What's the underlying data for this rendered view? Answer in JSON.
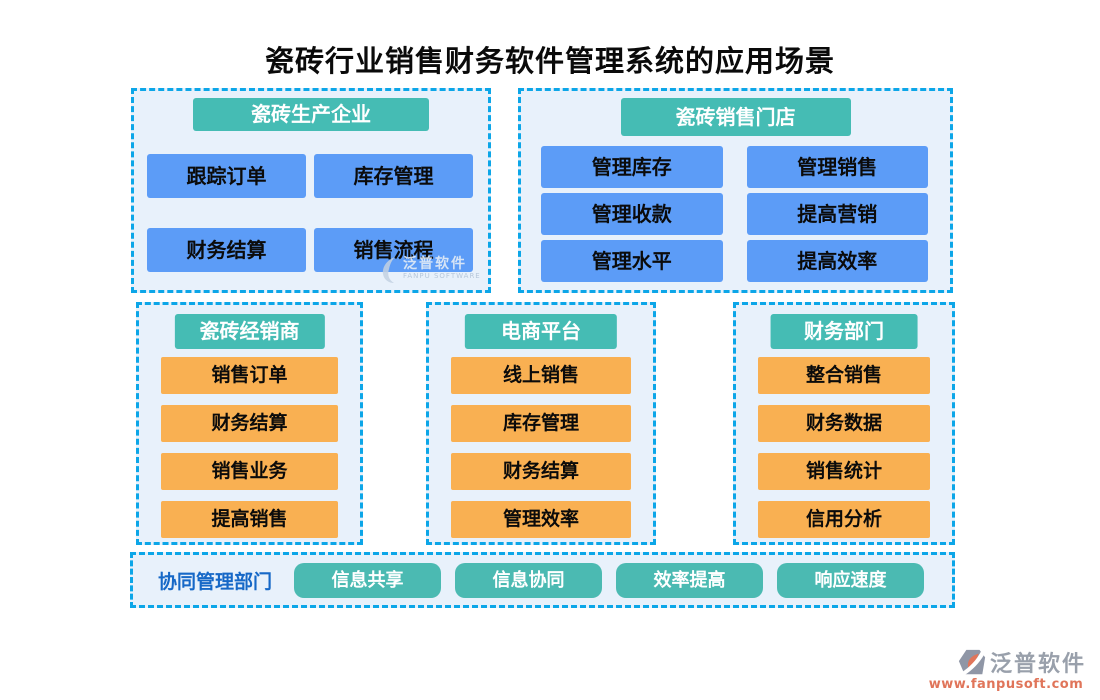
{
  "title": "瓷砖行业销售财务软件管理系统的应用场景",
  "panels": {
    "producer": {
      "header": "瓷砖生产企业",
      "items": [
        "跟踪订单",
        "库存管理",
        "财务结算",
        "销售流程"
      ]
    },
    "store": {
      "header": "瓷砖销售门店",
      "items": [
        "管理库存",
        "管理销售",
        "管理收款",
        "提高营销",
        "管理水平",
        "提高效率"
      ]
    },
    "dealer": {
      "header": "瓷砖经销商",
      "items": [
        "销售订单",
        "财务结算",
        "销售业务",
        "提高销售"
      ]
    },
    "ecommerce": {
      "header": "电商平台",
      "items": [
        "线上销售",
        "库存管理",
        "财务结算",
        "管理效率"
      ]
    },
    "finance": {
      "header": "财务部门",
      "items": [
        "整合销售",
        "财务数据",
        "销售统计",
        "信用分析"
      ]
    }
  },
  "collaboration": {
    "label": "协同管理部门",
    "items": [
      "信息共享",
      "信息协同",
      "效率提高",
      "响应速度"
    ]
  },
  "watermark": {
    "name": "泛普软件",
    "subtitle": "FANPU SOFTWARE"
  },
  "logo": {
    "name": "泛普软件",
    "website": "www.fanpusoft.com"
  },
  "colors": {
    "panel_border": "#0ca6e8",
    "panel_bg": "#e8f1fb",
    "header_teal": "#45bcb4",
    "node_blue": "#5c9cf7",
    "node_orange": "#f9b052",
    "collab_teal": "#4bbab2",
    "collab_label_blue": "#1668c7",
    "title_text": "#0a0a0a",
    "logo_gray": "#99a0ab",
    "logo_orange": "#e0755a"
  }
}
